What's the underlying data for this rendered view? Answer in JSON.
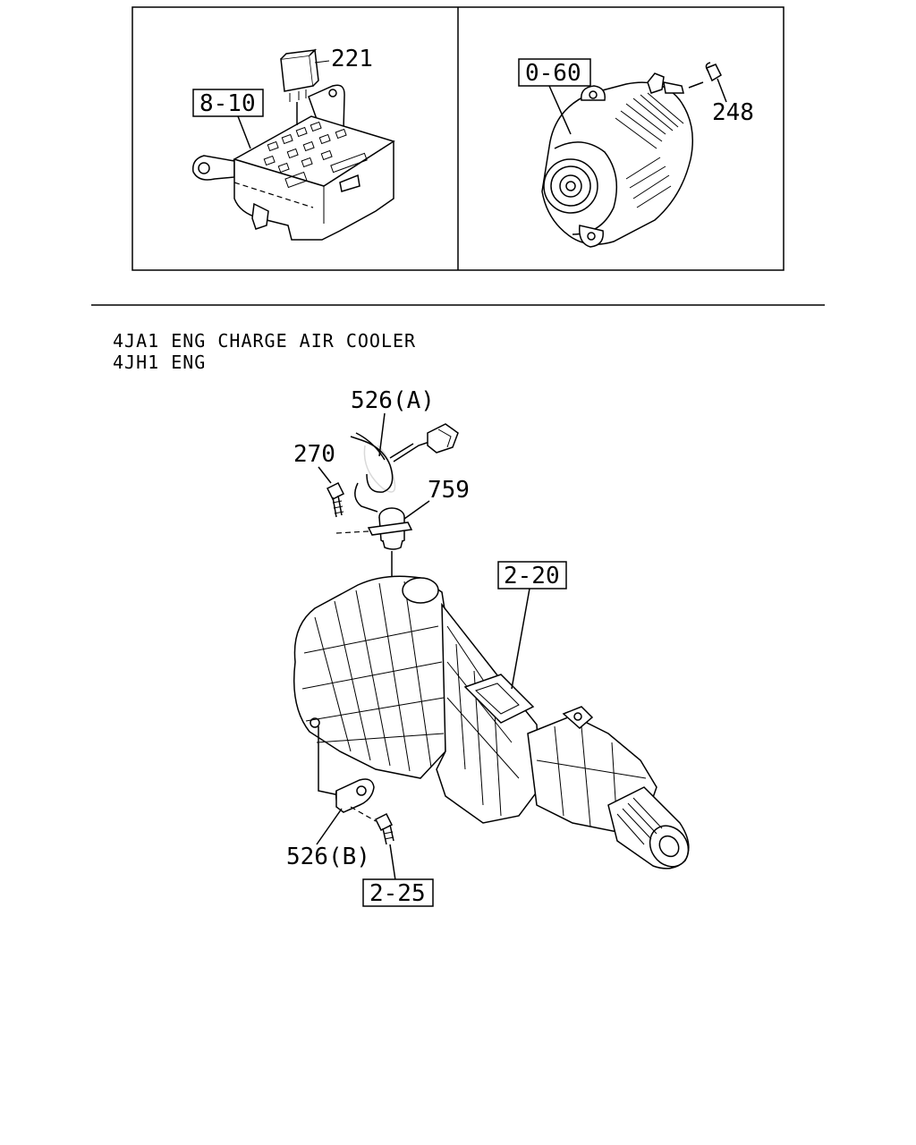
{
  "header": {
    "line1": "4JA1 ENG CHARGE AIR COOLER",
    "line2": "4JH1 ENG"
  },
  "callouts": {
    "relay": "221",
    "fuse_box_ref": "8-10",
    "generator_ref": "0-60",
    "generator_bolt": "248",
    "harness_a": "526(A)",
    "bolt": "270",
    "speed_sensor": "759",
    "transmission_ref": "2-20",
    "bracket_b": "526(B)",
    "bracket_bolt_ref": "2-25"
  }
}
